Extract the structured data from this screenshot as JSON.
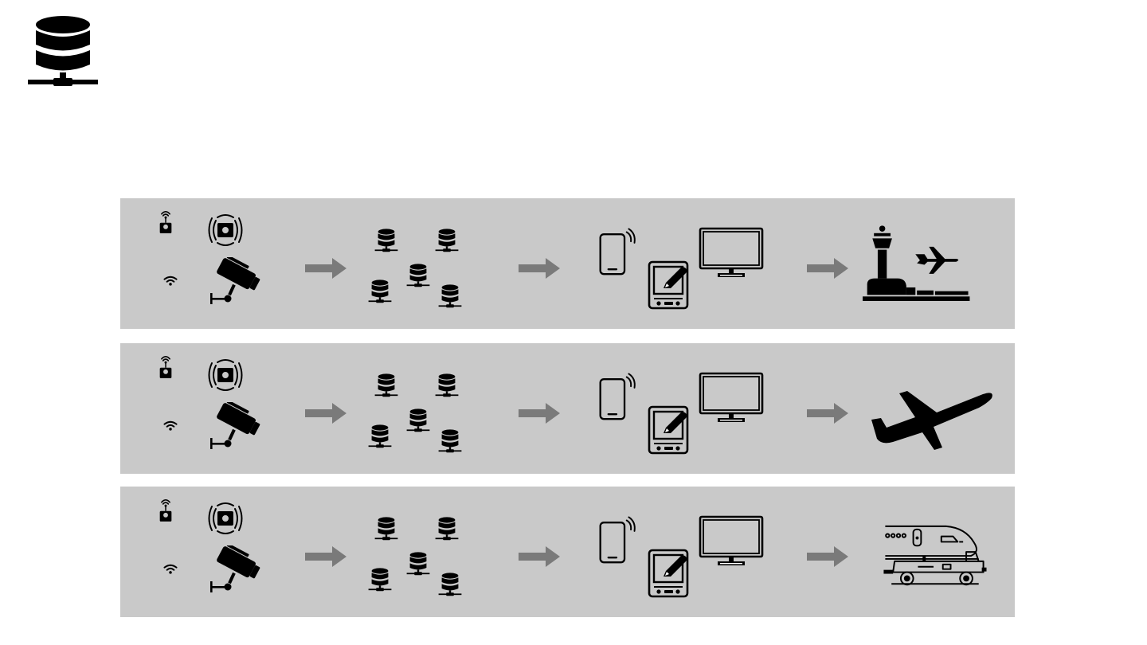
{
  "diagram": {
    "background_color": "#ffffff",
    "panel_color": "#c9c9c9",
    "icon_color": "#000000",
    "arrow_color": "#7a7a7a",
    "header_icon": "database-network-icon",
    "rows": [
      {
        "stages": [
          {
            "group": "sensors",
            "icons": [
              "wifi-tag-icon",
              "vibration-sensor-icon",
              "wifi-icon",
              "cctv-camera-icon"
            ]
          },
          {
            "group": "databases",
            "icons": [
              "database-icon",
              "database-icon",
              "database-icon",
              "database-icon",
              "database-icon"
            ]
          },
          {
            "group": "devices",
            "icons": [
              "smartphone-icon",
              "tablet-pen-icon",
              "monitor-icon"
            ]
          },
          {
            "group": "application",
            "icons": [
              "airport-tower-icon"
            ]
          }
        ]
      },
      {
        "stages": [
          {
            "group": "sensors",
            "icons": [
              "wifi-tag-icon",
              "vibration-sensor-icon",
              "wifi-icon",
              "cctv-camera-icon"
            ]
          },
          {
            "group": "databases",
            "icons": [
              "database-icon",
              "database-icon",
              "database-icon",
              "database-icon",
              "database-icon"
            ]
          },
          {
            "group": "devices",
            "icons": [
              "smartphone-icon",
              "tablet-pen-icon",
              "monitor-icon"
            ]
          },
          {
            "group": "application",
            "icons": [
              "airplane-takeoff-icon"
            ]
          }
        ]
      },
      {
        "stages": [
          {
            "group": "sensors",
            "icons": [
              "wifi-tag-icon",
              "vibration-sensor-icon",
              "wifi-icon",
              "cctv-camera-icon"
            ]
          },
          {
            "group": "databases",
            "icons": [
              "database-icon",
              "database-icon",
              "database-icon",
              "database-icon",
              "database-icon"
            ]
          },
          {
            "group": "devices",
            "icons": [
              "smartphone-icon",
              "tablet-pen-icon",
              "monitor-icon"
            ]
          },
          {
            "group": "application",
            "icons": [
              "aircraft-tug-icon"
            ]
          }
        ]
      }
    ]
  }
}
